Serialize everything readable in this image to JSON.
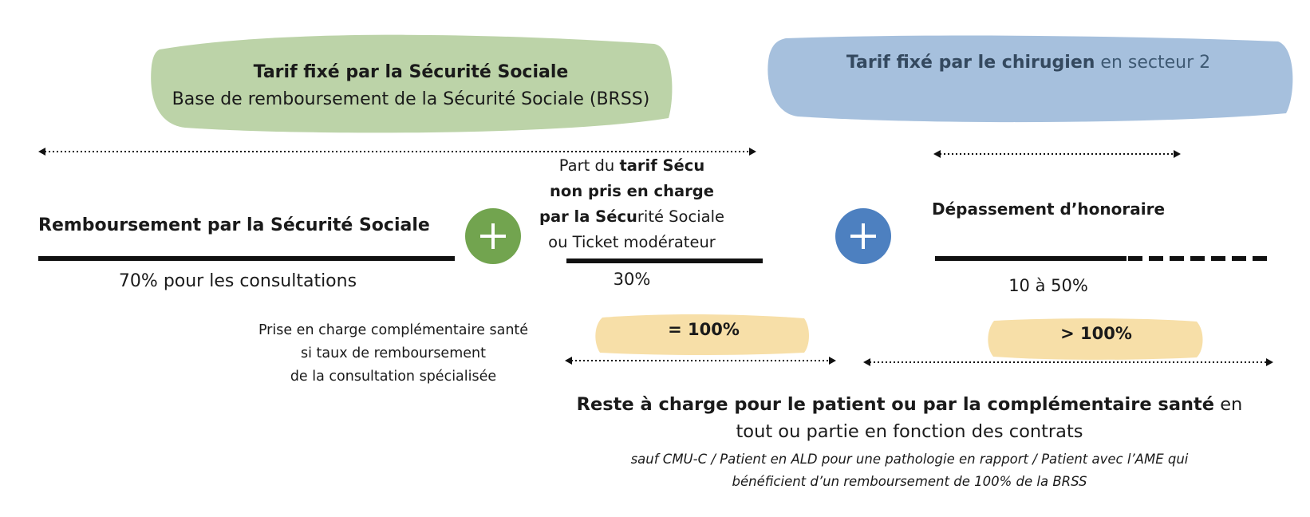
{
  "green_box": {
    "title": "Tarif fixé par la Sécurité Sociale",
    "subtitle": "Base de remboursement de la Sécurité Sociale (BRSS)",
    "color": "#bcd3a8"
  },
  "blue_box": {
    "title_bold": "Tarif fixé par le chirugien",
    "title_rest": " en secteur 2",
    "color": "#a6c0dd"
  },
  "remboursement": {
    "label": "Remboursement par la Sécurité Sociale",
    "percent": "70%  pour les consultations"
  },
  "plus_icons": {
    "green": "#72a44f",
    "blue": "#4d80c0",
    "glyph": "+"
  },
  "part_non_prise": {
    "line1_prefix": "Part du ",
    "line1_bold": "tarif Sécu",
    "line2_bold": "non pris en charge",
    "line3_bold": "par la Sécu",
    "line3_rest": "rité Sociale",
    "line4": "ou Ticket modérateur",
    "percent": "30%"
  },
  "depassement": {
    "label": "Dépassement d’honoraire",
    "percent": "10 à 50%"
  },
  "complementaire_note": {
    "line1": "Prise en charge complémentaire santé",
    "line2": "si taux de remboursement",
    "line3": "de la consultation spécialisée"
  },
  "pills": {
    "equal": "= 100%",
    "greater": "> 100%",
    "color": "#f7dfa8"
  },
  "reste": {
    "bold": "Reste à charge pour le patient ou par la complémentaire santé",
    "rest_line1": " en",
    "line2": "tout ou partie en fonction des contrats"
  },
  "sauf": {
    "line1": "sauf CMU-C / Patient en ALD pour une pathologie en rapport / Patient avec l’AME qui",
    "line2": "bénéficient d’un remboursement de 100% de la BRSS"
  }
}
